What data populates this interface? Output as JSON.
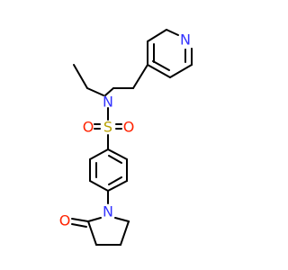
{
  "molecule": {
    "atoms": {
      "n_pyridine": "N",
      "n_sulfonamide": "N",
      "sulfur": "S",
      "o_sulfonyl_left": "O",
      "o_sulfonyl_right": "O",
      "n_lactam": "N",
      "o_carbonyl": "O"
    }
  },
  "colors": {
    "bond": "#000000",
    "nitrogen": "#3333ff",
    "oxygen": "#ff2200",
    "sulfur": "#b8a000"
  }
}
